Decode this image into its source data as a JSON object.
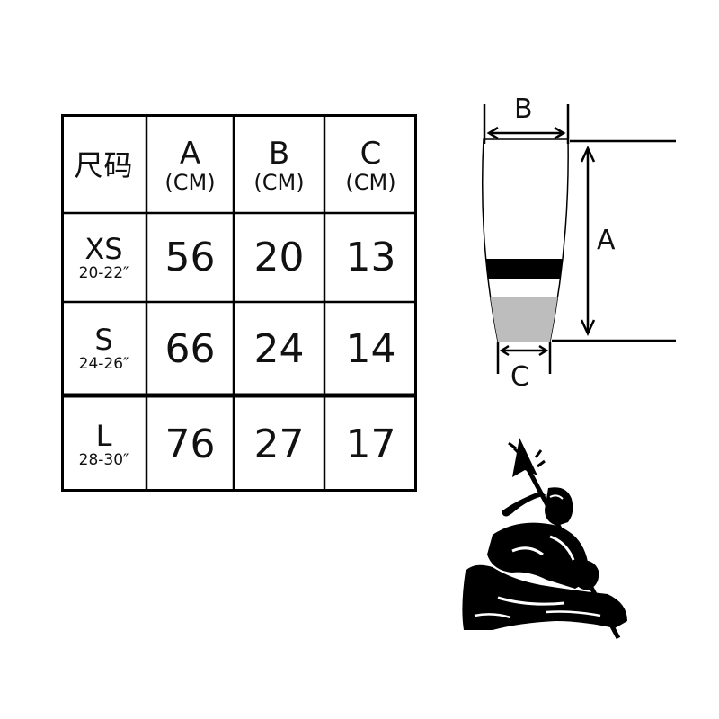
{
  "table": {
    "header": {
      "label": "尺码",
      "columns": [
        {
          "letter": "A",
          "unit": "(CM)"
        },
        {
          "letter": "B",
          "unit": "(CM)"
        },
        {
          "letter": "C",
          "unit": "(CM)"
        }
      ]
    },
    "rows": [
      {
        "size": "XS",
        "range": "20-22″",
        "a": "56",
        "b": "20",
        "c": "13"
      },
      {
        "size": "S",
        "range": "24-26″",
        "a": "66",
        "b": "24",
        "c": "14"
      },
      {
        "size": "L",
        "range": "28-30″",
        "a": "76",
        "b": "27",
        "c": "17"
      }
    ]
  },
  "diagram": {
    "labels": {
      "a": "A",
      "b": "B",
      "c": "C"
    },
    "colors": {
      "stripe_dark": "#000000",
      "stripe_light": "#bdbdbd",
      "outline": "#000000"
    }
  },
  "logo": {
    "icon": "spear-warrior-logo-icon"
  }
}
